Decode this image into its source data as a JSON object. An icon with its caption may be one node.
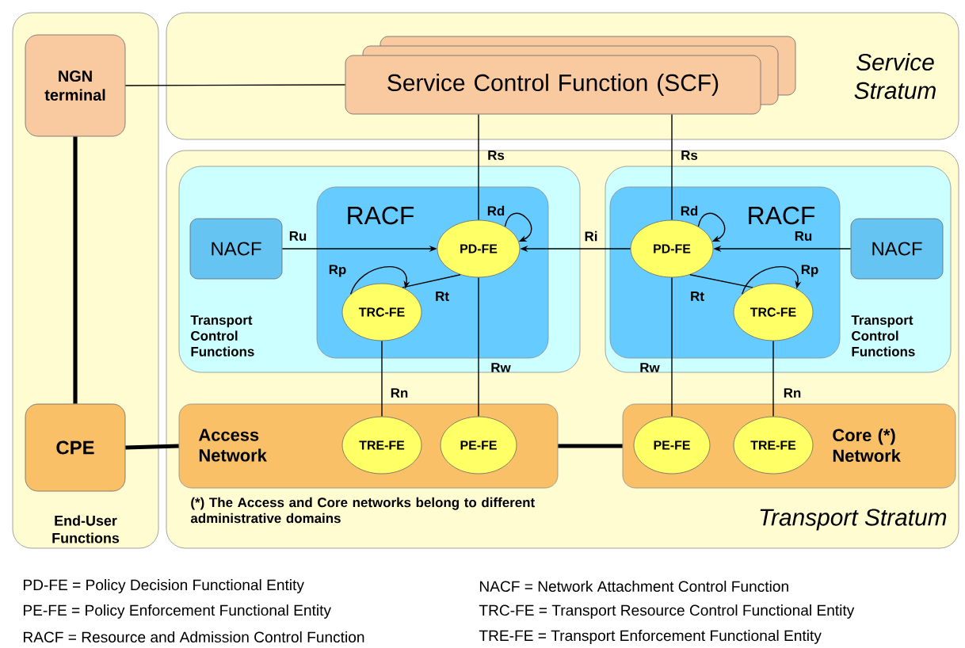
{
  "diagram": {
    "nodes": [
      {
        "text": [
          "End-User Functions"
        ]
      },
      {
        "text": [
          "Service Stratum"
        ]
      },
      {
        "text": [
          "Transport Stratum"
        ]
      },
      {
        "text": [
          "NGN terminal"
        ],
        "in": 0
      },
      {
        "text": [
          "Service Control Function (SCF)"
        ],
        "in": 1
      },
      {
        "text": [
          "Transport Control Functions"
        ],
        "in": 2
      },
      {
        "text": [
          "RACF"
        ],
        "in": 5
      },
      {
        "text": [
          "NACF"
        ],
        "in": 5
      },
      {
        "text": [
          "PD-FE"
        ],
        "in": 6
      },
      {
        "text": [
          "TRC-FE"
        ],
        "in": 6
      },
      {
        "text": [
          "Transport Control Functions"
        ],
        "in": 2
      },
      {
        "text": [
          "RACF"
        ],
        "in": 10
      },
      {
        "text": [
          "NACF"
        ],
        "in": 10
      },
      {
        "text": [
          "PD-FE"
        ],
        "in": 11
      },
      {
        "text": [
          "TRC-FE"
        ],
        "in": 11
      },
      {
        "text": [
          "CPE"
        ],
        "in": 0
      },
      {
        "text": [
          "Access Network"
        ],
        "in": 2
      },
      {
        "text": [
          "TRE-FE"
        ],
        "in": 16
      },
      {
        "text": [
          "PE-FE"
        ],
        "in": 16
      },
      {
        "text": [
          "Core (*) Network"
        ],
        "in": 2
      },
      {
        "text": [
          "PE-FE"
        ],
        "in": 19
      },
      {
        "text": [
          "TRE-FE"
        ],
        "in": 19
      }
    ],
    "edges": [
      {
        "from": 3,
        "to": 4,
        "arrow": "none"
      },
      {
        "from": 3,
        "to": 15,
        "arrow": "none",
        "style": "thick"
      },
      {
        "from": 15,
        "to": 16,
        "arrow": "none",
        "style": "thick"
      },
      {
        "from": 16,
        "to": 19,
        "arrow": "none",
        "style": "thick"
      },
      {
        "from": 4,
        "to": 8,
        "arrow": "none",
        "label": "Rs"
      },
      {
        "from": 4,
        "to": 13,
        "arrow": "none",
        "label": "Rs"
      },
      {
        "from": 8,
        "to": 8,
        "arrow": "to",
        "label": "Rd"
      },
      {
        "from": 13,
        "to": 13,
        "arrow": "to",
        "label": "Rd"
      },
      {
        "from": 7,
        "to": 8,
        "arrow": "to",
        "label": "Ru"
      },
      {
        "from": 12,
        "to": 13,
        "arrow": "to",
        "label": "Ru"
      },
      {
        "from": 13,
        "to": 8,
        "arrow": "to",
        "label": "Ri"
      },
      {
        "from": 9,
        "to": 9,
        "arrow": "to",
        "label": "Rp"
      },
      {
        "from": 14,
        "to": 14,
        "arrow": "to",
        "label": "Rp"
      },
      {
        "from": 8,
        "to": 9,
        "arrow": "none",
        "label": "Rt"
      },
      {
        "from": 13,
        "to": 14,
        "arrow": "none",
        "label": "Rt"
      },
      {
        "from": 8,
        "to": 18,
        "arrow": "none",
        "label": "Rw"
      },
      {
        "from": 13,
        "to": 20,
        "arrow": "none",
        "label": "Rw"
      },
      {
        "from": 9,
        "to": 17,
        "arrow": "none",
        "label": "Rn"
      },
      {
        "from": 14,
        "to": 21,
        "arrow": "none",
        "label": "Rn"
      }
    ],
    "labels": [
      "(*) The Access and Core networks belong to different administrative domains",
      "PD-FE = Policy Decision Functional Entity",
      "NACF = Network Attachment Control Function",
      "PE-FE = Policy Enforcement  Functional Entity",
      "TRC-FE = Transport Resource Control Functional Entity",
      "RACF = Resource and Admission Control Function",
      "TRE-FE = Transport Enforcement  Functional Entity"
    ]
  }
}
